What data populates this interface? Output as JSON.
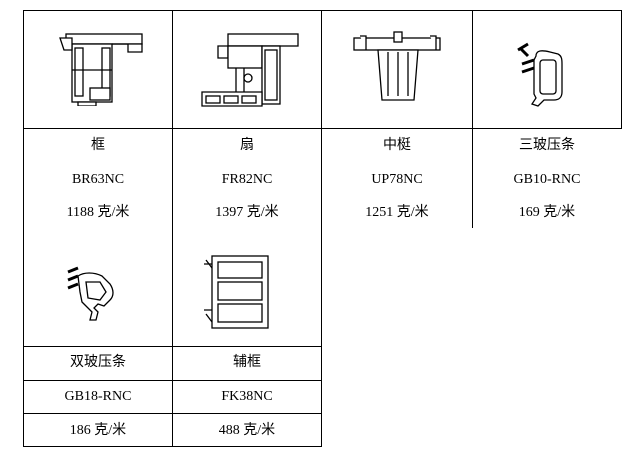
{
  "row1": [
    {
      "name": "框",
      "code": "BR63NC",
      "weight": "1188 克/米",
      "icon": "frame-profile-icon"
    },
    {
      "name": "扇",
      "code": "FR82NC",
      "weight": "1397 克/米",
      "icon": "sash-profile-icon"
    },
    {
      "name": "中梃",
      "code": "UP78NC",
      "weight": "1251 克/米",
      "icon": "mullion-profile-icon"
    },
    {
      "name": "三玻压条",
      "code": "GB10-RNC",
      "weight": "169 克/米",
      "icon": "triple-glazing-bead-icon"
    }
  ],
  "row2": [
    {
      "name": "双玻压条",
      "code": "GB18-RNC",
      "weight": "186 克/米",
      "icon": "double-glazing-bead-icon"
    },
    {
      "name": "辅框",
      "code": "FK38NC",
      "weight": "488 克/米",
      "icon": "auxiliary-frame-profile-icon"
    }
  ]
}
